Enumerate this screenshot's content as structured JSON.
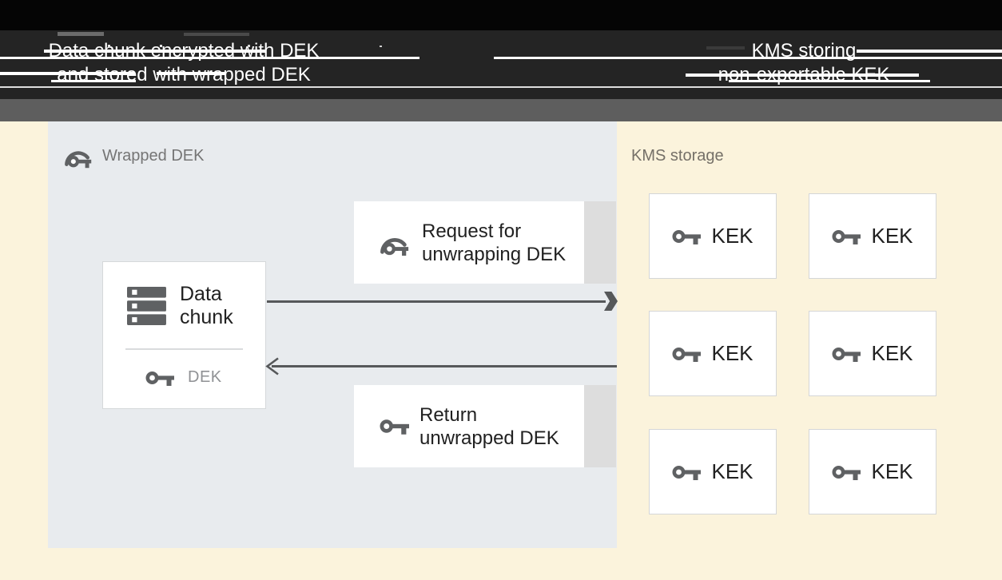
{
  "header": {
    "left_title_line1": "Data chunk encrypted with DEK",
    "left_title_line2": "and stored with wrapped DEK",
    "right_title_line1": "KMS storing",
    "right_title_line2": "non-exportable KEK"
  },
  "wrapped_dek_panel": {
    "title": "Wrapped DEK",
    "title_icon": "wrapped-key-icon",
    "data_chunk_box": {
      "icon": "storage-icon",
      "label_line1": "Data",
      "label_line2": "chunk",
      "dek_icon": "key-icon",
      "dek_label": "DEK"
    },
    "request_box": {
      "icon": "wrapped-key-icon",
      "label_line1": "Request for",
      "label_line2": "unwrapping DEK"
    },
    "return_box": {
      "icon": "key-icon",
      "label_line1": "Return",
      "label_line2": "unwrapped DEK"
    }
  },
  "kms_panel": {
    "title": "KMS storage",
    "kek_boxes": [
      {
        "icon": "key-icon",
        "label": "KEK"
      },
      {
        "icon": "key-icon",
        "label": "KEK"
      },
      {
        "icon": "key-icon",
        "label": "KEK"
      },
      {
        "icon": "key-icon",
        "label": "KEK"
      },
      {
        "icon": "key-icon",
        "label": "KEK"
      },
      {
        "icon": "key-icon",
        "label": "KEK"
      }
    ]
  },
  "colors": {
    "background_cream": "#fbf3dc",
    "panel_gray": "#e8ebee",
    "header_black": "#050505",
    "header_band": "#242424",
    "divider_strip_gray": "#5e5e5e",
    "icon_gray": "#5f6163",
    "arrow_gray": "#56585a",
    "text_dark": "#212121",
    "panel_label_gray": "#757575",
    "dek_label_gray": "#8f9194",
    "kms_label_gray": "#757068",
    "box_border_gray": "#d5d8da",
    "side_strip_gray": "#dddddd",
    "header_text_white": "#ffffff"
  }
}
